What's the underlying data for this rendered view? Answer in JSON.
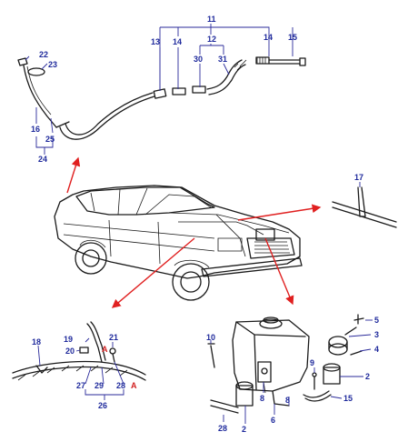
{
  "colors": {
    "callout": "#1f2a9c",
    "highlight": "#d11e1e",
    "pointer_arrow": "#e02020",
    "linework": "#1a1a1a"
  },
  "callouts": {
    "c11": "11",
    "c13": "13",
    "c14a": "14",
    "c12": "12",
    "c14b": "14",
    "c15a": "15",
    "c30": "30",
    "c31": "31",
    "c22": "22",
    "c23": "23",
    "c16": "16",
    "c25": "25",
    "c24": "24",
    "c17": "17",
    "c19": "19",
    "c21": "21",
    "c20": "20",
    "cA1": "A",
    "c18": "18",
    "c27": "27",
    "c29": "29",
    "c28b": "28",
    "cA2": "A",
    "c26": "26",
    "c10": "10",
    "c5": "5",
    "c3": "3",
    "c4": "4",
    "c9": "9",
    "c2a": "2",
    "c15b": "15",
    "c8a": "8",
    "c8b": "8",
    "c6": "6",
    "c28c": "28",
    "c2b": "2"
  }
}
